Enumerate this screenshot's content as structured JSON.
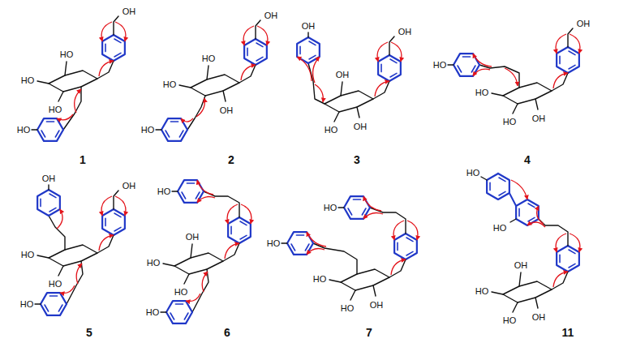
{
  "diagram": {
    "labels": [
      "OH",
      "HO",
      "HO",
      "HO",
      "HO",
      "1",
      "OH",
      "HO",
      "HO",
      "OH",
      "HO",
      "2",
      "OH",
      "OH",
      "OH",
      "HO",
      "OH",
      "3",
      "OH",
      "HO",
      "HO",
      "HO",
      "OH",
      "4",
      "OH",
      "OH",
      "HO",
      "HO",
      "HO",
      "5",
      "HO",
      "OH",
      "HO",
      "HO",
      "HO",
      "6",
      "HO",
      "HO",
      "HO",
      "HO",
      "OH",
      "7",
      "HO",
      "HO",
      "OH",
      "HO",
      "HO",
      "OH",
      "11"
    ]
  }
}
